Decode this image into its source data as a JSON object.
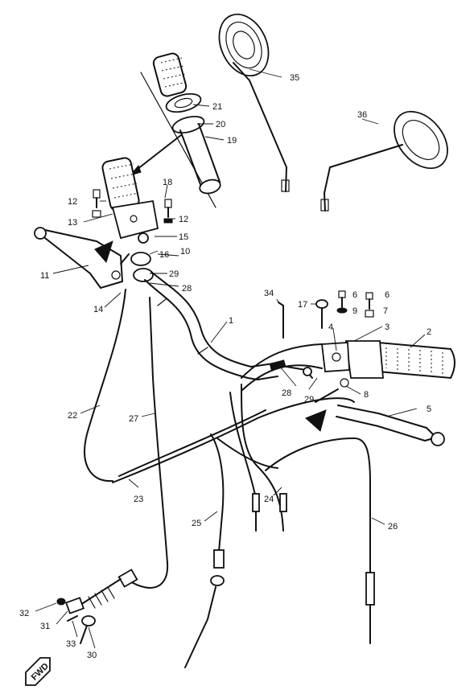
{
  "callouts": [
    {
      "id": "c1",
      "text": "1"
    },
    {
      "id": "c2",
      "text": "2"
    },
    {
      "id": "c3",
      "text": "3"
    },
    {
      "id": "c4",
      "text": "4"
    },
    {
      "id": "c5",
      "text": "5"
    },
    {
      "id": "c6a",
      "text": "6"
    },
    {
      "id": "c6b",
      "text": "6"
    },
    {
      "id": "c7",
      "text": "7"
    },
    {
      "id": "c8",
      "text": "8"
    },
    {
      "id": "c9",
      "text": "9"
    },
    {
      "id": "c10",
      "text": "10"
    },
    {
      "id": "c11",
      "text": "11"
    },
    {
      "id": "c12a",
      "text": "12"
    },
    {
      "id": "c12b",
      "text": "12"
    },
    {
      "id": "c13",
      "text": "13"
    },
    {
      "id": "c14",
      "text": "14"
    },
    {
      "id": "c15",
      "text": "15"
    },
    {
      "id": "c16",
      "text": "16"
    },
    {
      "id": "c17",
      "text": "17"
    },
    {
      "id": "c18",
      "text": "18"
    },
    {
      "id": "c19",
      "text": "19"
    },
    {
      "id": "c20",
      "text": "20"
    },
    {
      "id": "c21",
      "text": "21"
    },
    {
      "id": "c22",
      "text": "22"
    },
    {
      "id": "c23",
      "text": "23"
    },
    {
      "id": "c24",
      "text": "24"
    },
    {
      "id": "c25",
      "text": "25"
    },
    {
      "id": "c26",
      "text": "26"
    },
    {
      "id": "c27",
      "text": "27"
    },
    {
      "id": "c28a",
      "text": "28"
    },
    {
      "id": "c28b",
      "text": "28"
    },
    {
      "id": "c29a",
      "text": "29"
    },
    {
      "id": "c29b",
      "text": "29"
    },
    {
      "id": "c30",
      "text": "30"
    },
    {
      "id": "c31",
      "text": "31"
    },
    {
      "id": "c32",
      "text": "32"
    },
    {
      "id": "c33",
      "text": "33"
    },
    {
      "id": "c34",
      "text": "34"
    },
    {
      "id": "c35",
      "text": "35"
    },
    {
      "id": "c36",
      "text": "36"
    }
  ],
  "fwd_badge": "FWD"
}
